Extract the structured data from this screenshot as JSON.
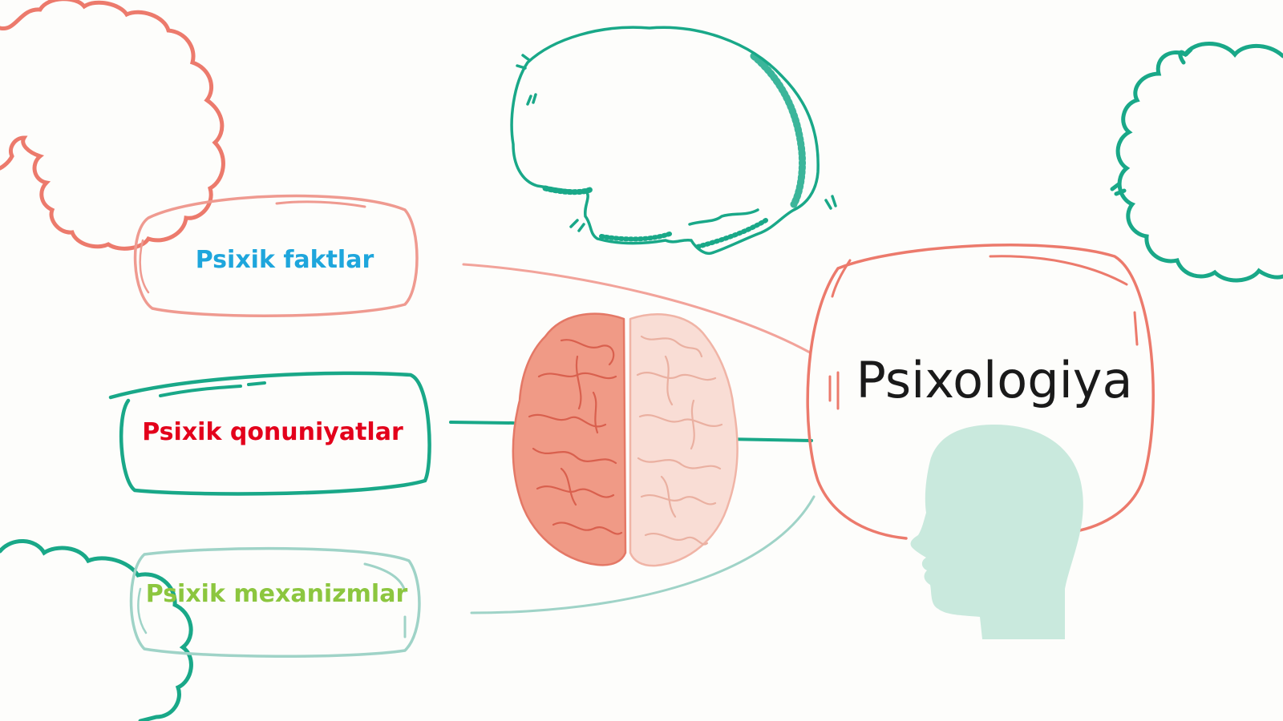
{
  "diagram": {
    "central": {
      "label": "Psixologiya",
      "color": "#111111"
    },
    "nodes": [
      {
        "id": "facts",
        "label": "Psixik faktlar",
        "text_color": "#1ea6dc",
        "frame_color": "#ef9a90"
      },
      {
        "id": "laws",
        "label": "Psixik qonuniyatlar",
        "text_color": "#e3001b",
        "frame_color": "#19a888"
      },
      {
        "id": "mechanisms",
        "label": "Psixik mexanizmlar",
        "text_color": "#8cc63f",
        "frame_color": "#9fd3c7"
      }
    ],
    "colors": {
      "coral": "#ec7a6c",
      "teal": "#19a888",
      "mint": "#c9e9dd",
      "brain_left": "#f09a86",
      "brain_right": "#f9ddd5"
    },
    "icons": [
      "cloud-coral-icon",
      "brain-outline-icon",
      "cloud-teal-icon",
      "brain-top-icon",
      "head-silhouette-icon",
      "cloud-teal-small-icon"
    ]
  }
}
